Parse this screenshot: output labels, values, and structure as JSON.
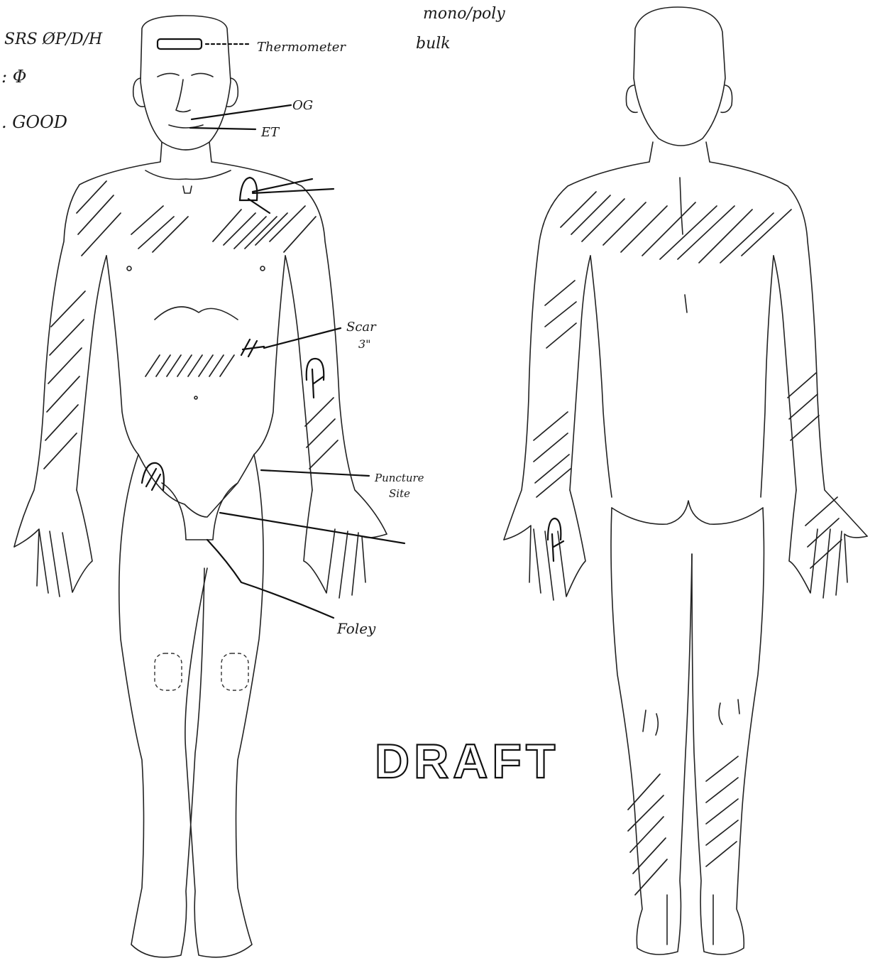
{
  "notes": {
    "top_left_1": "SRS ØP/D/H",
    "top_left_2": ": Φ",
    "top_left_3": ". GOOD",
    "top_center_1": "mono/poly",
    "top_center_2": "bulk"
  },
  "labels": {
    "thermometer": "Thermometer",
    "og": "OG",
    "et": "ET",
    "scar": "Scar",
    "scar_size": "3\"",
    "puncture": "Puncture",
    "puncture_site": "Site",
    "foley": "Foley"
  },
  "stamp": "DRAFT"
}
